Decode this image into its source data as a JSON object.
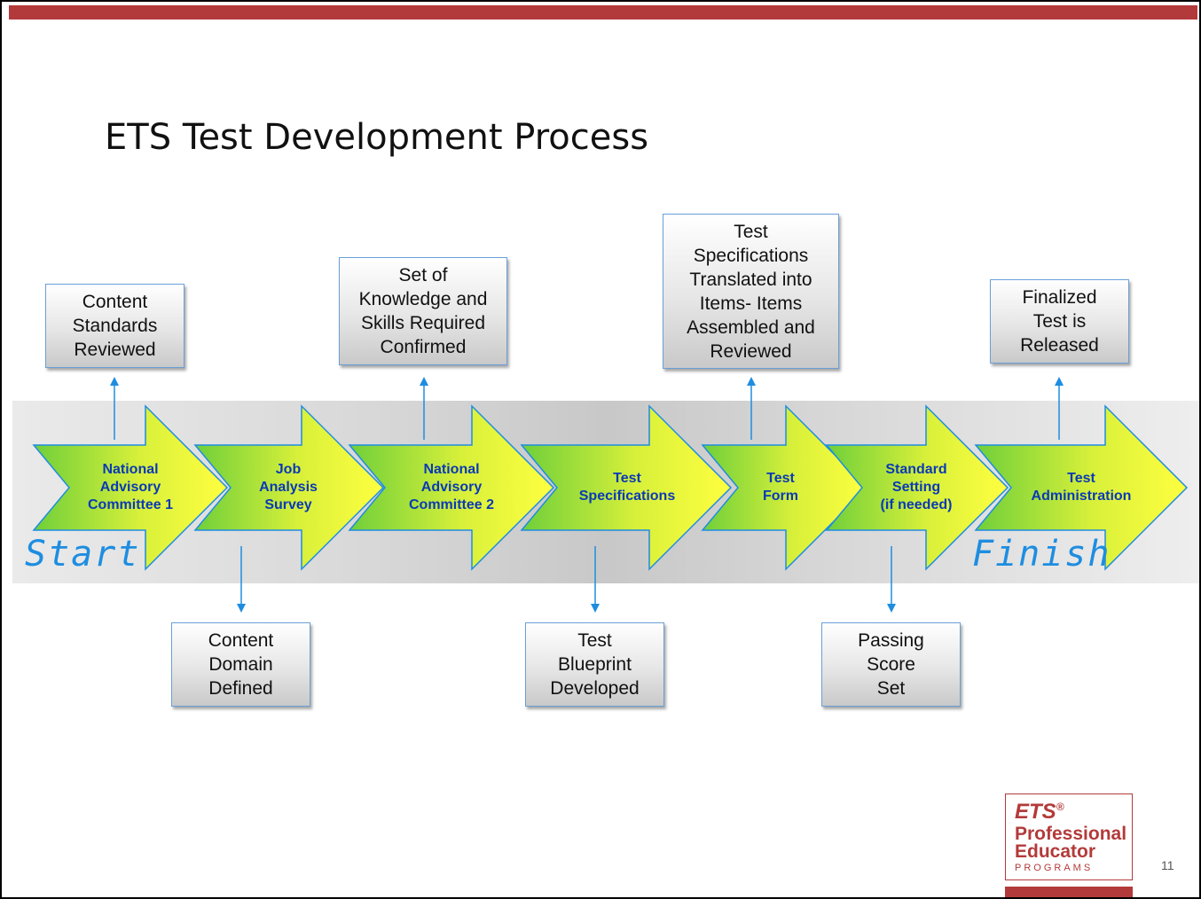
{
  "slide": {
    "title": "ETS Test Development Process",
    "page_number": "11",
    "start_label": "Start",
    "finish_label": "Finish"
  },
  "steps": [
    {
      "label": "National\nAdvisory\nCommittee 1"
    },
    {
      "label": "Job\nAnalysis\nSurvey"
    },
    {
      "label": "National\nAdvisory\nCommittee 2"
    },
    {
      "label": "Test\nSpecifications"
    },
    {
      "label": "Test\nForm"
    },
    {
      "label": "Standard\nSetting\n(if needed)"
    },
    {
      "label": "Test\nAdministration"
    }
  ],
  "outputs_above": [
    {
      "step": 0,
      "text": "Content\nStandards\nReviewed"
    },
    {
      "step": 2,
      "text": "Set of\nKnowledge and\nSkills Required\nConfirmed"
    },
    {
      "step": 4,
      "text": "Test\nSpecifications\nTranslated into\nItems- Items\nAssembled and\nReviewed"
    },
    {
      "step": 6,
      "text": "Finalized\nTest is\nReleased"
    }
  ],
  "outputs_below": [
    {
      "step": 1,
      "text": "Content\nDomain\nDefined"
    },
    {
      "step": 3,
      "text": "Test\nBlueprint\nDeveloped"
    },
    {
      "step": 5,
      "text": "Passing\nScore\nSet"
    }
  ],
  "logo": {
    "brand": "ETS",
    "line1": "Professional",
    "line2": "Educator",
    "line3": "PROGRAMS"
  },
  "colors": {
    "accent_red": "#b33a3a",
    "arrow_green": "#7fd13b",
    "arrow_yellow": "#ffff33",
    "arrow_outline": "#1e8de0",
    "label_blue": "#0a3ab5",
    "start_finish_blue": "#1e8de0"
  }
}
